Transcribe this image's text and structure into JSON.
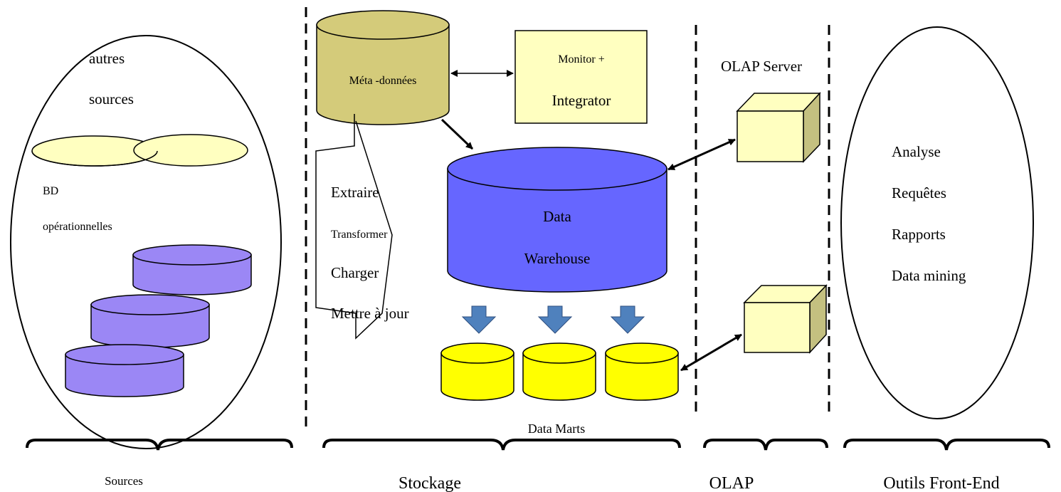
{
  "sources": {
    "top_text_1": "autres",
    "top_text_2": "sources",
    "bd_text_1": "BD",
    "bd_text_2": "opérationnelles",
    "section_label": "Sources"
  },
  "stockage": {
    "meta_label": "Méta -données",
    "monitor_line1": "Monitor +",
    "monitor_line2": "Integrator",
    "etl": [
      "Extraire",
      "Transformer",
      "Charger",
      "Mettre à jour"
    ],
    "dw_line1": "Data",
    "dw_line2": "Warehouse",
    "marts_label": "Data Marts",
    "section_label": "Stockage"
  },
  "olap": {
    "server_label": "OLAP Server",
    "section_label": "OLAP"
  },
  "frontend": {
    "items": [
      "Analyse",
      "Requêtes",
      "Rapports",
      "Data mining"
    ],
    "section_label": "Outils Front-End"
  },
  "colors": {
    "meta_fill": "#d4cb7a",
    "monitor_fill": "#ffffc0",
    "warehouse_fill": "#6666ff",
    "mart_fill": "#ffff00",
    "cube_fill": "#ffffc0",
    "source_db_fill": "#9b87f5",
    "bd_ellipse_fill": "#ffffc0",
    "down_arrow_fill": "#4f81bd"
  }
}
